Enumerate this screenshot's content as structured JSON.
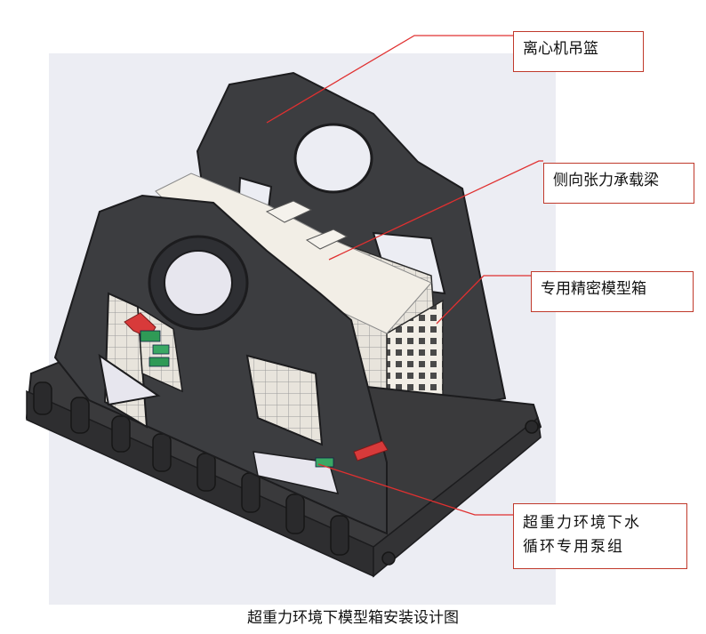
{
  "callouts": {
    "hanging_basket": "离心机吊篮",
    "tension_beam": "侧向张力承载梁",
    "model_box": "专用精密模型箱",
    "pump_line1": "超重力环境下水",
    "pump_line2": "循环专用泵组"
  },
  "caption": "超重力环境下模型箱安装设计图",
  "colors": {
    "leader_line": "#e03030",
    "callout_border": "#c0392b",
    "frame": "#3c3d40",
    "frame_edge": "#1c1c1e",
    "box_cell": "#f2eee6",
    "render_background": "#ecedf3"
  }
}
